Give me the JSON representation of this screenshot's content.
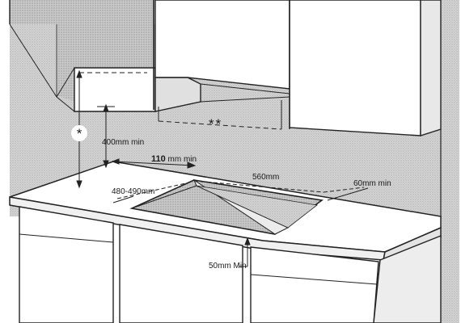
{
  "labels": {
    "asterisk": "*",
    "double_asterisk": "**",
    "height_400": "400mm min",
    "gap_110_number": "110",
    "gap_110_unit": " mm min",
    "width_560": "560mm",
    "side_60": "60mm min",
    "depth_480_490": "480-490mm",
    "front_50": "50mm Min"
  }
}
